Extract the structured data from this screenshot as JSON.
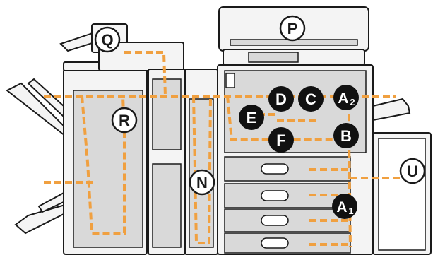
{
  "diagram": {
    "labels": {
      "P": "P",
      "Q": "Q",
      "R": "R",
      "N": "N",
      "U": "U",
      "D": "D",
      "C": "C",
      "E": "E",
      "F": "F",
      "B": "B",
      "A2_main": "A",
      "A2_sub": "2",
      "A1_main": "A",
      "A1_sub": "1"
    },
    "colors": {
      "path": "#f0a040",
      "outline": "#1a1a1a",
      "panel": "#d9d9d9",
      "body": "#f4f4f4",
      "dark_badge": "#111111",
      "light_badge": "#ffffff"
    }
  }
}
